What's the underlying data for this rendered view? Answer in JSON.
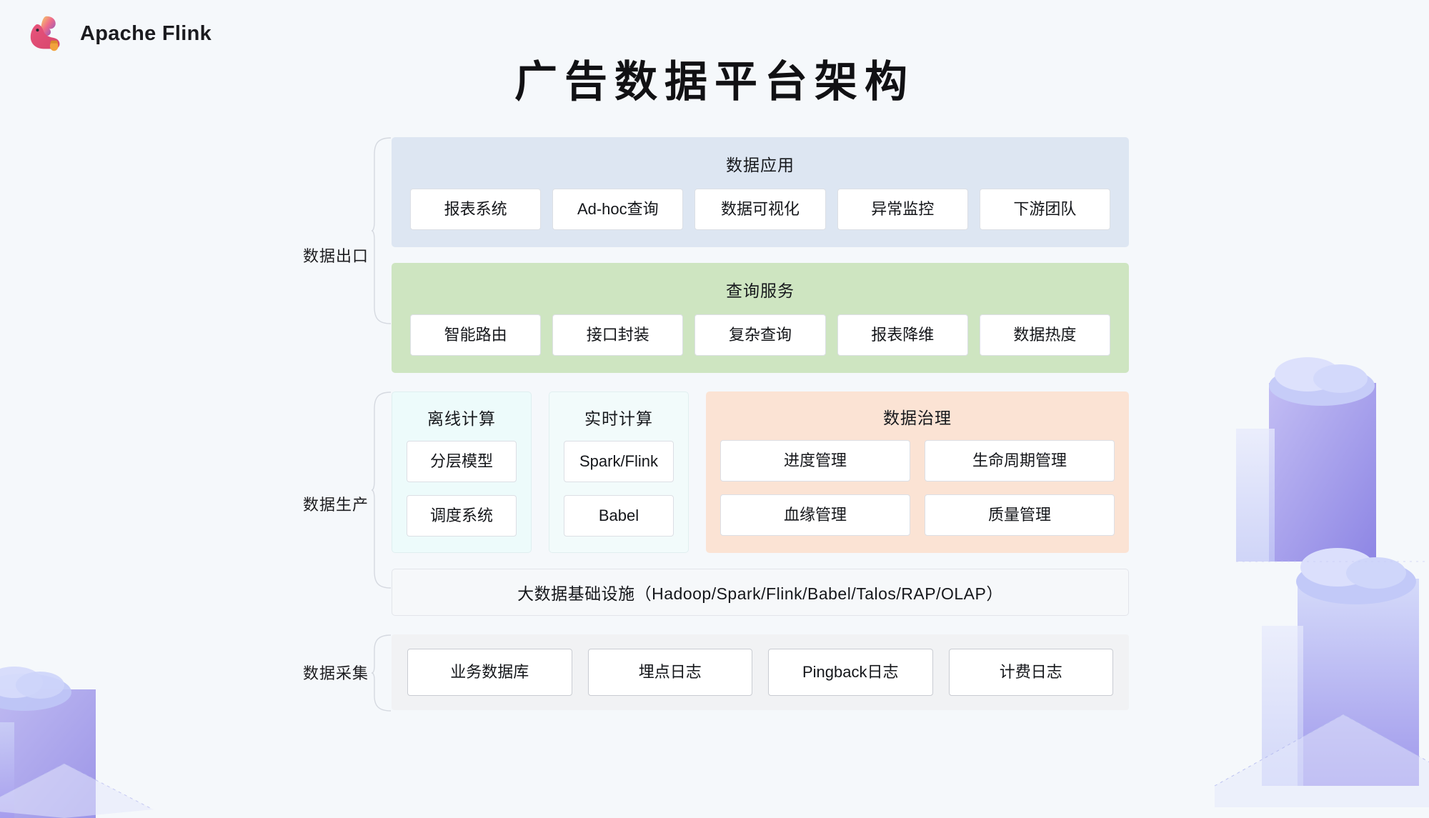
{
  "brand": {
    "name": "Apache Flink",
    "logo_icon": "flink-squirrel-logo"
  },
  "title": "广告数据平台架构",
  "bands": {
    "outlet": {
      "label": "数据出口"
    },
    "production": {
      "label": "数据生产"
    },
    "collection": {
      "label": "数据采集"
    }
  },
  "sections": {
    "apps": {
      "title": "数据应用",
      "bg": "#dde6f2",
      "items": [
        "报表系统",
        "Ad-hoc查询",
        "数据可视化",
        "异常监控",
        "下游团队"
      ]
    },
    "query": {
      "title": "查询服务",
      "bg": "#cee5c1",
      "items": [
        "智能路由",
        "接口封装",
        "复杂查询",
        "报表降维",
        "数据热度"
      ]
    },
    "offline": {
      "title": "离线计算",
      "bg": "#edfbfb",
      "items": [
        "分层模型",
        "调度系统"
      ]
    },
    "realtime": {
      "title": "实时计算",
      "bg": "#f2fbfb",
      "items": [
        "Spark/Flink",
        "Babel"
      ]
    },
    "governance": {
      "title": "数据治理",
      "bg": "#fbe3d4",
      "rows": [
        [
          "进度管理",
          "生命周期管理"
        ],
        [
          "血缘管理",
          "质量管理"
        ]
      ]
    },
    "infrastructure": {
      "text": "大数据基础设施（Hadoop/Spark/Flink/Babel/Talos/RAP/OLAP）"
    },
    "collection": {
      "bg": "#f1f2f4",
      "items": [
        "业务数据库",
        "埋点日志",
        "Pingback日志",
        "计费日志"
      ]
    }
  },
  "colors": {
    "page_bg": "#f5f8fb",
    "text": "#14161a",
    "chip_bg": "#ffffff",
    "chip_border": "#dcdfe5",
    "art_purple": "#8e86e8",
    "art_lilac": "#b9b4f2",
    "art_blue": "#cdd6f7"
  }
}
